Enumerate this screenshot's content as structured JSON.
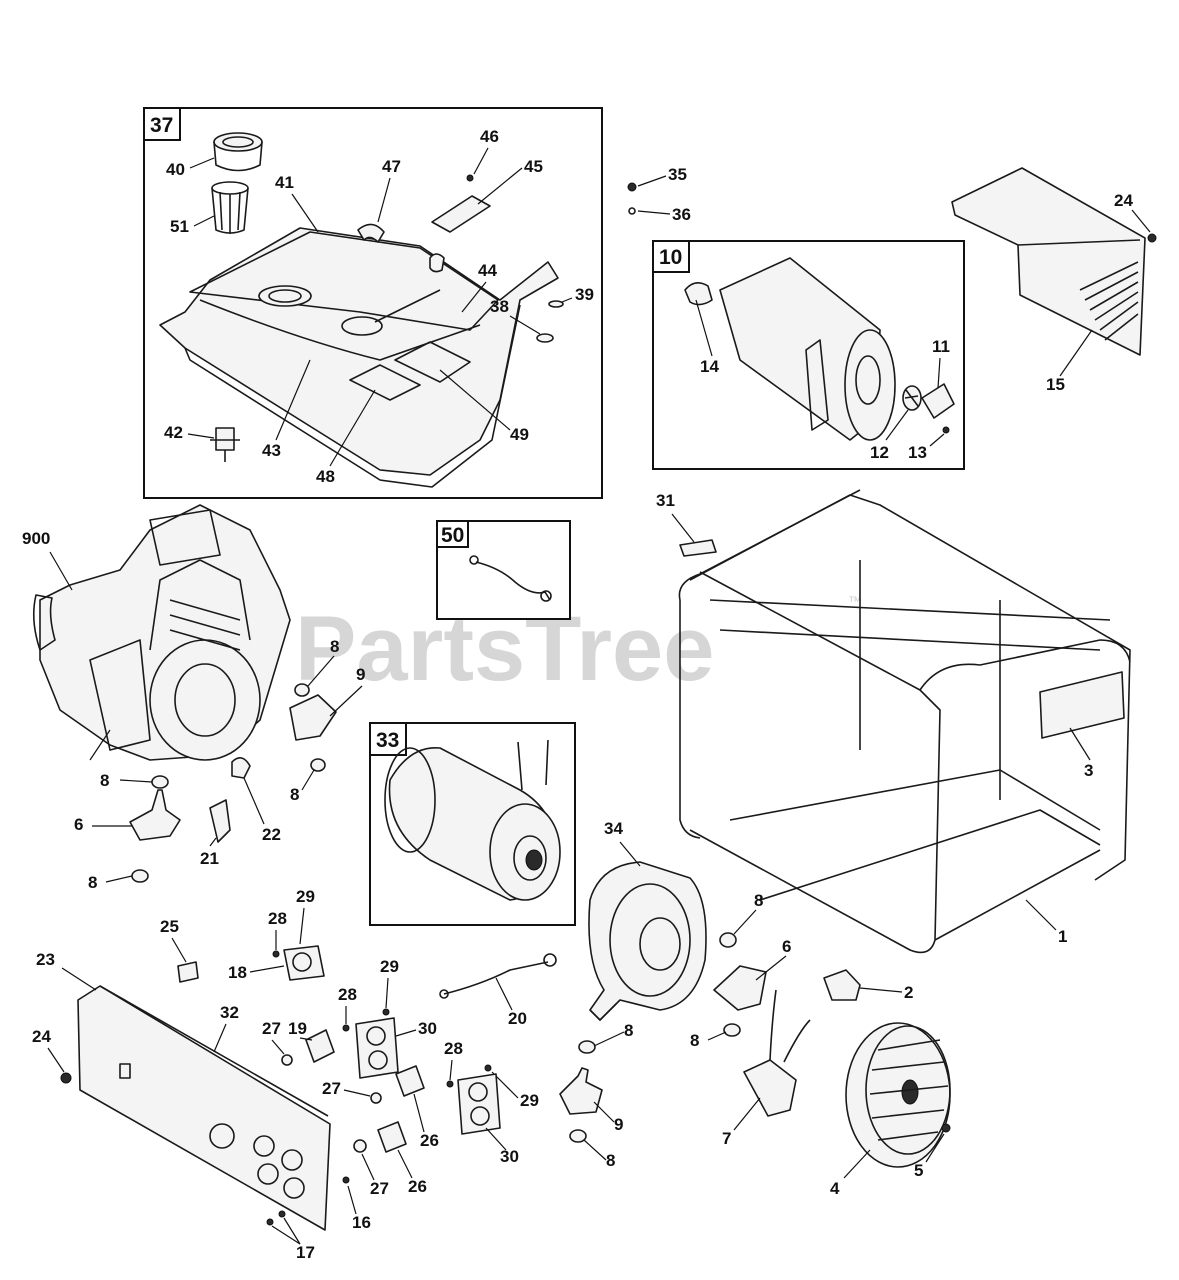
{
  "watermark": {
    "text": "PartsTree",
    "tm": "™"
  },
  "boxes": {
    "tank": "37",
    "muffler": "10",
    "fuel_line": "50",
    "alternator": "33"
  },
  "callouts": {
    "c40": "40",
    "c51": "51",
    "c41": "41",
    "c47": "47",
    "c46": "46",
    "c45": "45",
    "c44": "44",
    "c38": "38",
    "c39": "39",
    "c43": "43",
    "c48": "48",
    "c49": "49",
    "c42": "42",
    "c35": "35",
    "c36": "36",
    "c24a": "24",
    "c15": "15",
    "c14": "14",
    "c11": "11",
    "c12": "12",
    "c13": "13",
    "c31": "31",
    "c900": "900",
    "c8a": "8",
    "c9a": "9",
    "c8b": "8",
    "c8c": "8",
    "c22": "22",
    "c6a": "6",
    "c21": "21",
    "c8d": "8",
    "c3": "3",
    "c34": "34",
    "c1": "1",
    "c8e": "8",
    "c6b": "6",
    "c2": "2",
    "c29a": "29",
    "c28a": "28",
    "c25": "25",
    "c18": "18",
    "c23": "23",
    "c32": "32",
    "c29b": "29",
    "c28b": "28",
    "c19": "19",
    "c30a": "30",
    "c27a": "27",
    "c24b": "24",
    "c20": "20",
    "c8f": "8",
    "c8g": "8",
    "c28c": "28",
    "c27b": "27",
    "c29c": "29",
    "c26a": "26",
    "c9b": "9",
    "c30b": "30",
    "c8h": "8",
    "c7": "7",
    "c26b": "26",
    "c27c": "27",
    "c16": "16",
    "c17": "17",
    "c4": "4",
    "c5": "5"
  }
}
